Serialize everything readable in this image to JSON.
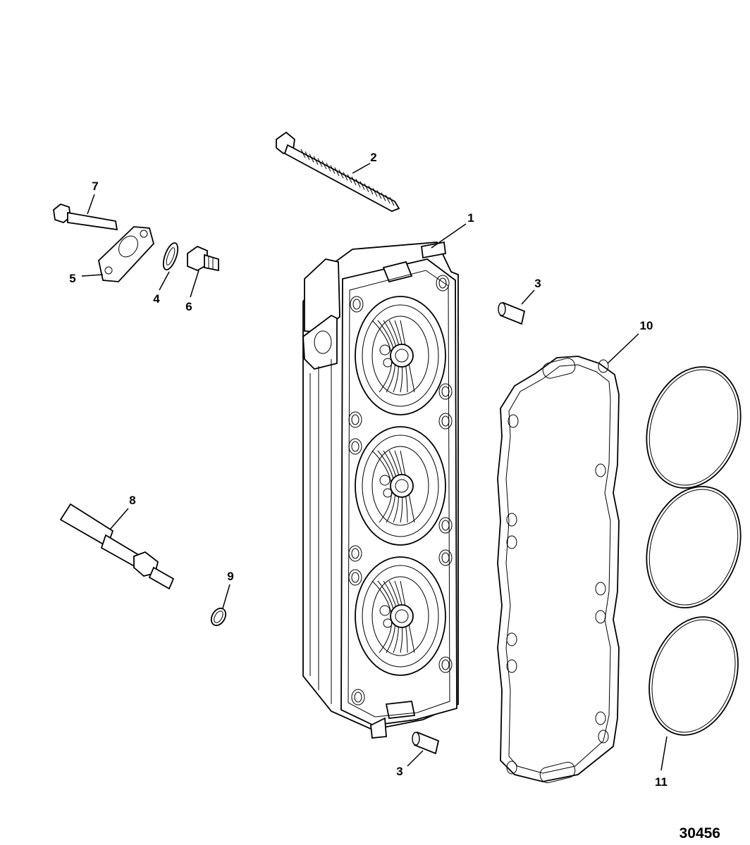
{
  "figure_number": "30456",
  "callouts": [
    {
      "id": "c1",
      "text": "1"
    },
    {
      "id": "c2",
      "text": "2"
    },
    {
      "id": "c3a",
      "text": "3"
    },
    {
      "id": "c3b",
      "text": "3"
    },
    {
      "id": "c4",
      "text": "4"
    },
    {
      "id": "c5",
      "text": "5"
    },
    {
      "id": "c6",
      "text": "6"
    },
    {
      "id": "c7",
      "text": "7"
    },
    {
      "id": "c8",
      "text": "8"
    },
    {
      "id": "c9",
      "text": "9"
    },
    {
      "id": "c10",
      "text": "10"
    },
    {
      "id": "c11",
      "text": "11"
    }
  ]
}
